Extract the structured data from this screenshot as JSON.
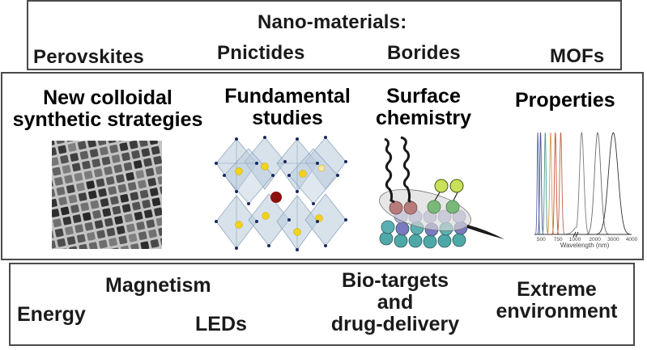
{
  "top_panel": {
    "title": "Nano-materials:",
    "materials": [
      "Perovskites",
      "Pnictides",
      "Borides",
      "MOFs"
    ]
  },
  "middle_panel": {
    "sections": [
      {
        "title_line1": "New colloidal",
        "title_line2": "synthetic strategies",
        "figure": "tem-nanocube-image"
      },
      {
        "title_line1": "Fundamental",
        "title_line2": "studies",
        "figure": "perovskite-octahedra-structure"
      },
      {
        "title_line1": "Surface",
        "title_line2": "chemistry",
        "figure": "ligand-surface-diagram"
      },
      {
        "title_line1": "Properties",
        "title_line2": "",
        "figure": "emission-spectra-plot"
      }
    ],
    "spectrum": {
      "xlabel": "Wavelength (nm)",
      "xticks": [
        "500",
        "750",
        "1000",
        "2000",
        "3000",
        "4000"
      ],
      "peak_colors": [
        "#5a6aa8",
        "#45508f",
        "#4f9a8a",
        "#d49a52",
        "#c2553f",
        "#b8664a",
        "#7a7a7a",
        "#6a6a6a",
        "#333333"
      ]
    }
  },
  "bottom_panel": {
    "applications": {
      "energy": "Energy",
      "magnetism": "Magnetism",
      "leds": "LEDs",
      "bio_line1": "Bio-targets",
      "bio_line2": "and",
      "bio_line3": "drug-delivery",
      "extreme_line1": "Extreme",
      "extreme_line2": "environment"
    }
  }
}
